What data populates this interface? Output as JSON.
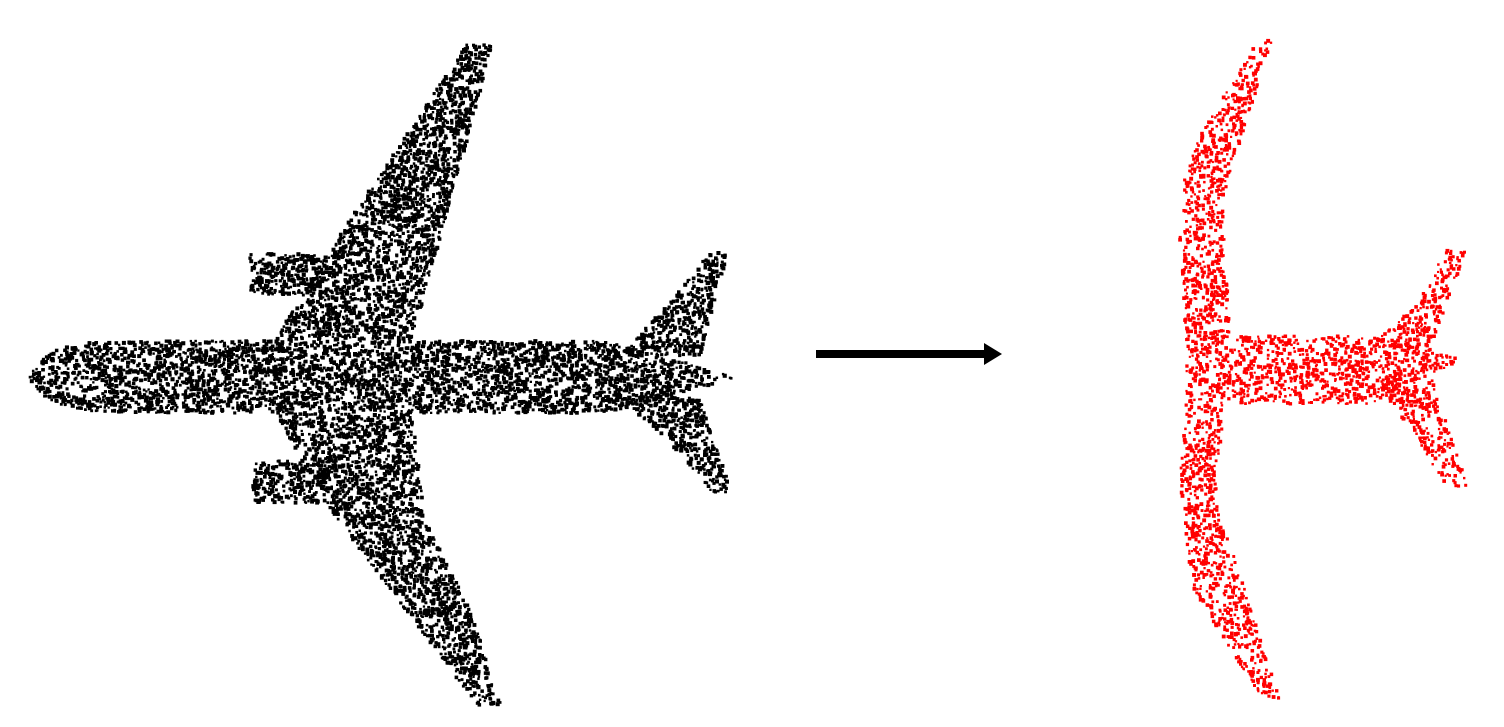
{
  "figure": {
    "background_color": "#ffffff",
    "panels": [
      {
        "id": "input-point-cloud",
        "object": "airplane",
        "point_color": "#000000",
        "has_engines": true,
        "wing_shape": "swept-tapered"
      },
      {
        "id": "output-point-cloud",
        "object": "airplane",
        "point_color": "#ff0000",
        "has_engines": false,
        "wing_shape": "straight-forward-kinked"
      }
    ],
    "arrow": {
      "color": "#000000",
      "direction": "right",
      "icon": "right-arrow-icon"
    }
  }
}
